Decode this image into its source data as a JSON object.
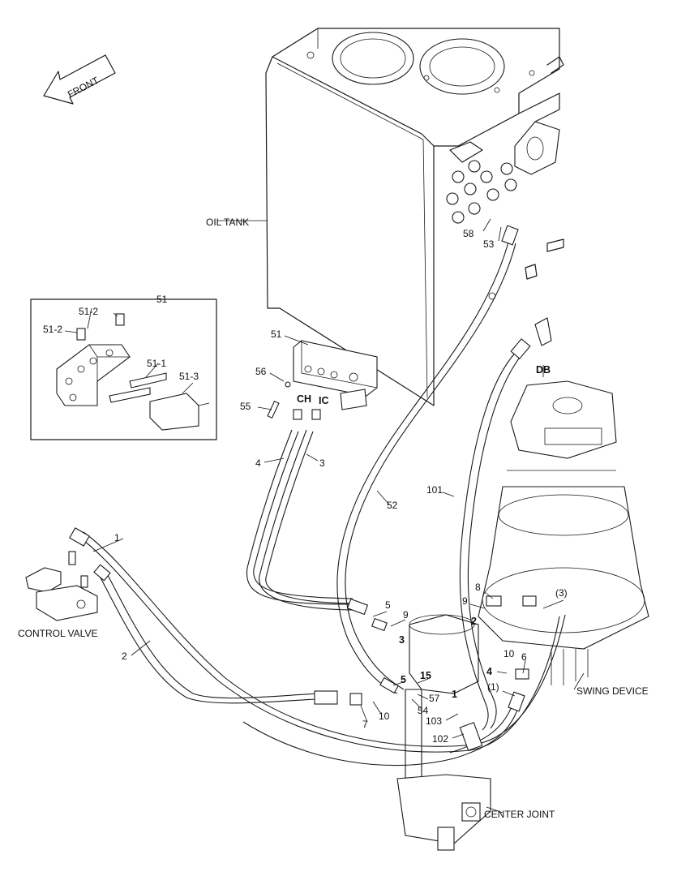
{
  "front_arrow": {
    "label": "FRONT"
  },
  "components": {
    "oil_tank": "OIL TANK",
    "control_valve": "CONTROL VALVE",
    "swing_device": "SWING DEVICE",
    "center_joint": "CENTER JOINT"
  },
  "inset": {
    "title": "51",
    "labels": [
      "51-2",
      "51-2",
      "51-1",
      "51-3"
    ]
  },
  "ports": {
    "ch": "CH",
    "ic": "IC",
    "db": "DB"
  },
  "callouts": {
    "p58": "58",
    "p53": "53",
    "p51": "51",
    "p56": "56",
    "p55": "55",
    "p4a": "4",
    "p3a": "3",
    "p52": "52",
    "p101": "101",
    "p1a": "1",
    "p2a": "2",
    "p5a": "5",
    "p9a": "9",
    "p3b": "3",
    "p8": "8",
    "p9b": "9",
    "p2b": "2",
    "p3paren": "(3)",
    "p4b": "4",
    "p10a": "10",
    "p6": "6",
    "p1paren": "(1)",
    "p5b": "5",
    "p15": "15",
    "p57": "57",
    "p1b": "1",
    "p54": "54",
    "p103": "103",
    "p102": "102",
    "p7": "7",
    "p10b": "10"
  }
}
